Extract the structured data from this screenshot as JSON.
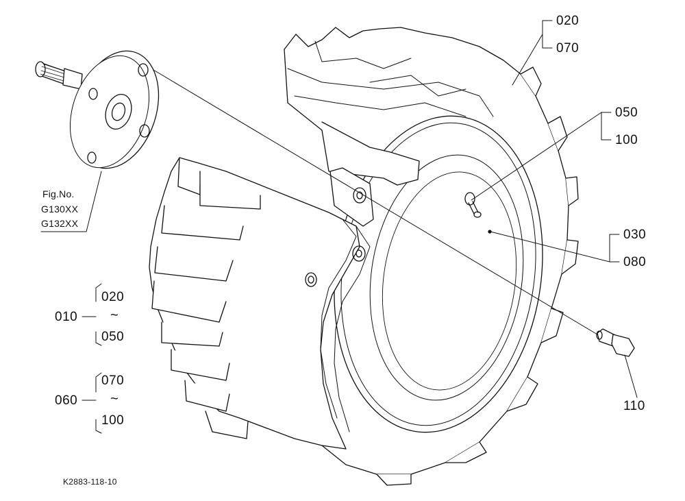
{
  "callouts": {
    "p020": "020",
    "p070": "070",
    "p050": "050",
    "p100": "100",
    "p030": "030",
    "p080": "080",
    "p110": "110"
  },
  "groups": {
    "g010": {
      "label": "010",
      "from": "020",
      "tilde": "~",
      "to": "050"
    },
    "g060": {
      "label": "060",
      "from": "070",
      "tilde": "~",
      "to": "100"
    }
  },
  "figure_note": {
    "line1": "Fig.No.",
    "line2": "G130XX",
    "line3": "G132XX"
  },
  "reference_code": "K2883-118-10"
}
